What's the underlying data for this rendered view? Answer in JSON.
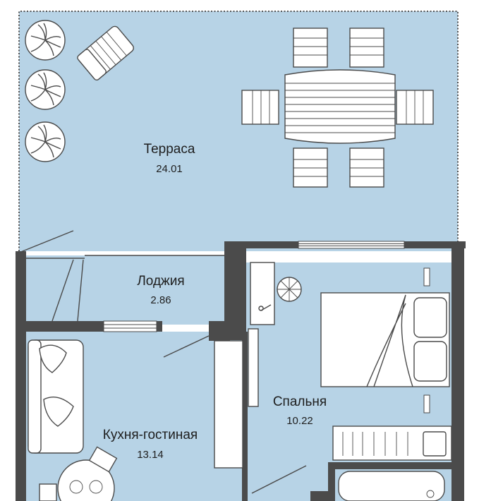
{
  "colors": {
    "floor": "#b7d3e6",
    "wall": "#4b4b4b",
    "line": "#4a4a4a",
    "furniture": "#ffffff",
    "text": "#1e1e1e",
    "background": "#ffffff"
  },
  "rooms": {
    "terrace": {
      "name": "Терраса",
      "area": "24.01"
    },
    "loggia": {
      "name": "Лоджия",
      "area": "2.86"
    },
    "bedroom": {
      "name": "Спальня",
      "area": "10.22"
    },
    "kitchen": {
      "name": "Кухня-гостиная",
      "area": "13.14"
    }
  }
}
